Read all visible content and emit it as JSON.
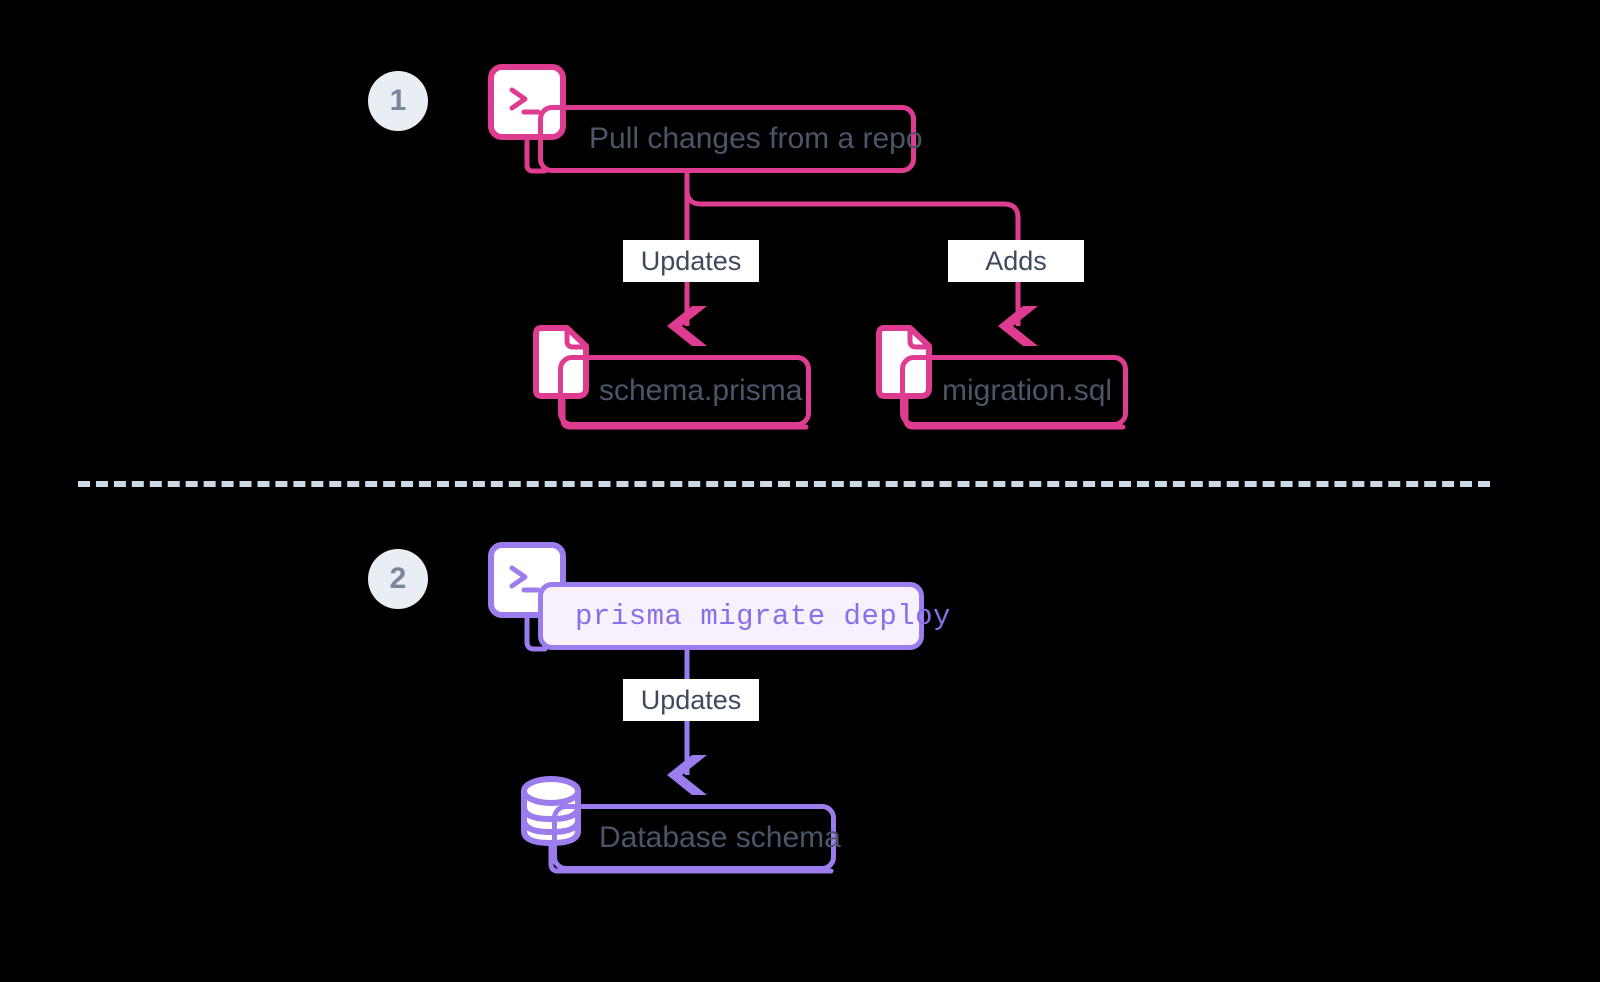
{
  "diagram": {
    "title": "Prisma migrate deploy workflow",
    "background": "#000000",
    "colors": {
      "pink": "#de3c91",
      "purple": "#9b7ded",
      "command_fill": "#f7f1fe",
      "command_text": "#8b6fe8",
      "label_text": "#4a5568",
      "badge_bg": "#e8eef4",
      "badge_text": "#7a869a",
      "divider": "#ccd9e3",
      "chip_bg": "#ffffff"
    }
  },
  "steps": [
    {
      "number": "1",
      "accent": "#de3c91",
      "terminal_icon": "terminal-icon",
      "command": {
        "label": "Pull changes from a repo",
        "style": "outline"
      },
      "edges": [
        {
          "label": "Updates",
          "target": "schema.prisma"
        },
        {
          "label": "Adds",
          "target": "migration.sql"
        }
      ],
      "outputs": [
        {
          "icon": "file-icon",
          "label": "schema.prisma"
        },
        {
          "icon": "file-icon",
          "label": "migration.sql"
        }
      ]
    },
    {
      "number": "2",
      "accent": "#9b7ded",
      "terminal_icon": "terminal-icon",
      "command": {
        "label": "prisma migrate deploy",
        "style": "monospace-filled"
      },
      "edges": [
        {
          "label": "Updates",
          "target": "Database schema"
        }
      ],
      "outputs": [
        {
          "icon": "database-icon",
          "label": "Database schema"
        }
      ]
    }
  ],
  "divider": {
    "style": "dashed"
  }
}
